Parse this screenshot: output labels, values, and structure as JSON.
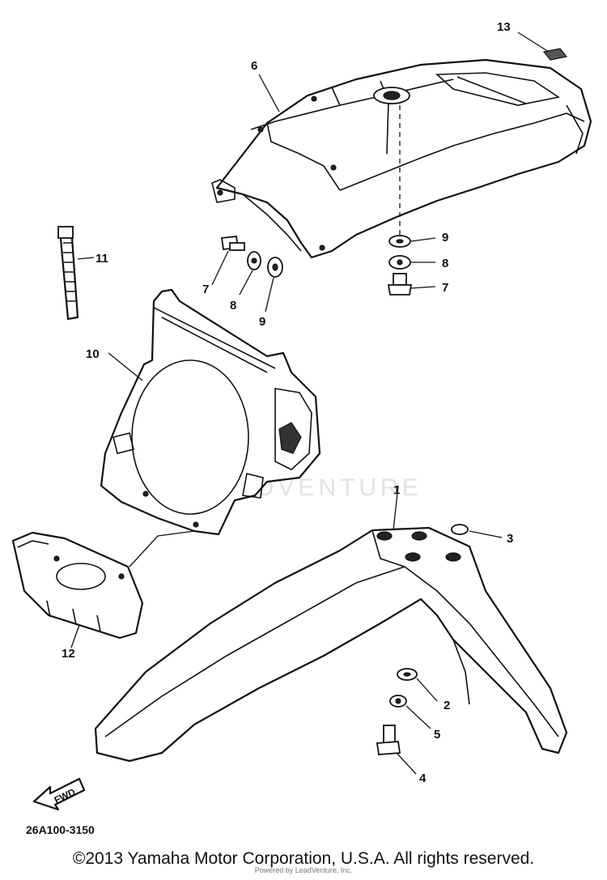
{
  "diagram": {
    "callouts": {
      "c1": "1",
      "c2": "2",
      "c3": "3",
      "c4": "4",
      "c5": "5",
      "c6": "6",
      "c7a": "7",
      "c7b": "7",
      "c8a": "8",
      "c8b": "8",
      "c9a": "9",
      "c9b": "9",
      "c10": "10",
      "c11": "11",
      "c12": "12",
      "c13": "13"
    },
    "fwd_label": "FWD",
    "drawing_code": "26A100-3150",
    "watermark": "LEADVENTURE"
  },
  "footer": {
    "copyright": "©2013 Yamaha Motor Corporation, U.S.A. All rights reserved.",
    "small_print": "Powered by LeadVenture, Inc."
  }
}
